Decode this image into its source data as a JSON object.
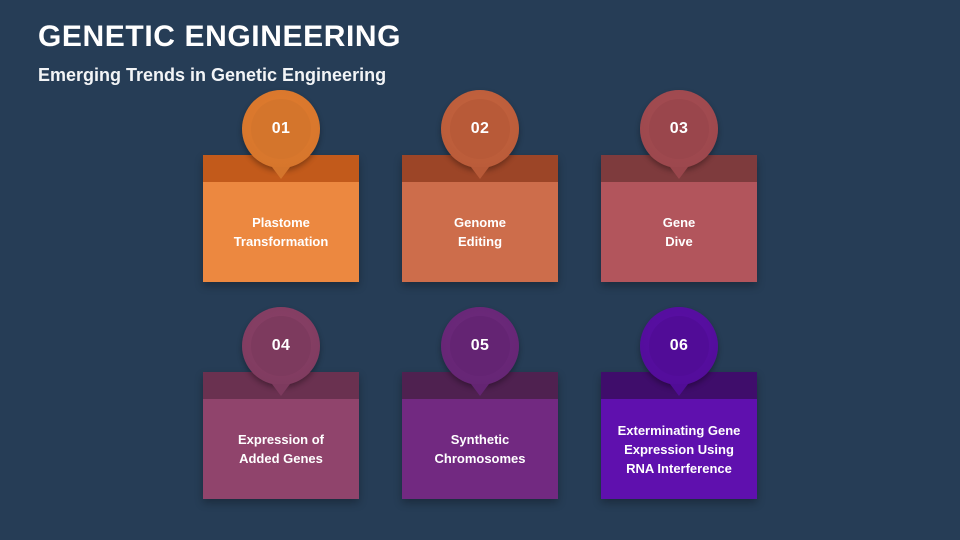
{
  "header": {
    "title": "GENETIC ENGINEERING",
    "subtitle": "Emerging Trends in Genetic Engineering"
  },
  "background_color": "#263d56",
  "items": [
    {
      "number": "01",
      "label": "Plastome\nTransformation",
      "circle_outer_color": "#e07b2e",
      "circle_inner_color": "#d4752c",
      "band_color": "#c25a1b",
      "body_color": "#ec8840",
      "row": 1,
      "column": 1
    },
    {
      "number": "02",
      "label": "Genome\nEditing",
      "circle_outer_color": "#c4633f",
      "circle_inner_color": "#b85a38",
      "band_color": "#9c4527",
      "body_color": "#cd6d4b",
      "row": 1,
      "column": 2
    },
    {
      "number": "03",
      "label": "Gene\nDive",
      "circle_outer_color": "#a54d52",
      "circle_inner_color": "#9a464c",
      "band_color": "#7e3b3d",
      "body_color": "#b2555c",
      "row": 1,
      "column": 3
    },
    {
      "number": "04",
      "label": "Expression of\nAdded Genes",
      "circle_outer_color": "#8a4167",
      "circle_inner_color": "#7d3a5e",
      "band_color": "#6a3150",
      "body_color": "#90446c",
      "row": 2,
      "column": 1
    },
    {
      "number": "05",
      "label": "Synthetic\nChromosomes",
      "circle_outer_color": "#6d2a7c",
      "circle_inner_color": "#642473",
      "band_color": "#4f2150",
      "body_color": "#722981",
      "row": 2,
      "column": 2
    },
    {
      "number": "06",
      "label": "Exterminating Gene\nExpression Using\nRNA Interference",
      "circle_outer_color": "#5a0fa6",
      "circle_inner_color": "#510c97",
      "band_color": "#3f0d6b",
      "body_color": "#5f10ae",
      "row": 2,
      "column": 3
    }
  ]
}
